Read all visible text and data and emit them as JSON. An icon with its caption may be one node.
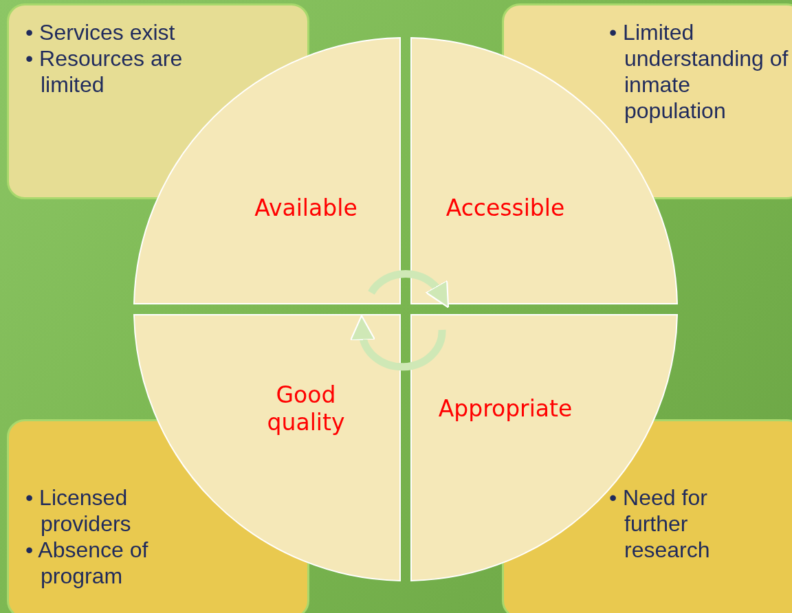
{
  "diagram": {
    "nodes": [
      {
        "text": [
          "• Services exist",
          "• Resources are limited"
        ]
      },
      {
        "text": [
          "• Limited understanding of inmate population"
        ]
      },
      {
        "text": [
          "Available"
        ]
      },
      {
        "text": [
          "Accessible"
        ]
      },
      {
        "text": [
          "Good quality"
        ]
      },
      {
        "text": [
          "Appropriate"
        ]
      },
      {
        "text": [
          "• Licensed providers",
          "• Absence of program"
        ]
      },
      {
        "text": [
          "• Need for further research"
        ]
      }
    ],
    "edges": [
      {
        "from": 2,
        "to": 3,
        "arrow": "to"
      },
      {
        "from": 5,
        "to": 4,
        "arrow": "to"
      }
    ]
  }
}
